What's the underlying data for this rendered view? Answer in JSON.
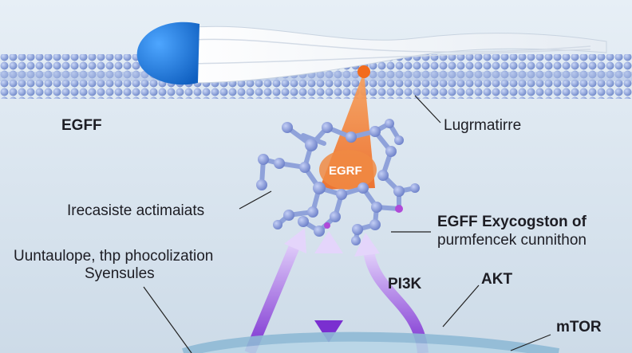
{
  "labels": {
    "egff_top": "EGFF",
    "lugrmatirre": "Lugrmatirre",
    "receptor": "EGRF",
    "irecasiste": "Irecasiste actimaiats",
    "egff_exy": "EGFF Exycogston of",
    "purmfencek": "purmfencek cunnithon",
    "uuntaulope": "Uuntaulope, thp phocolization",
    "syensules": "Syensules",
    "pi3k": "PI3K",
    "akt": "AKT",
    "mtor": "mTOR"
  },
  "colors": {
    "background": "#dbe7f0",
    "membrane": "#7f98d6",
    "receptor": "#f07a32",
    "molecule_bond": "#8da0d8",
    "arrow_purple": "#8a3bd8",
    "ligand_blue": "#1d7fe0"
  }
}
